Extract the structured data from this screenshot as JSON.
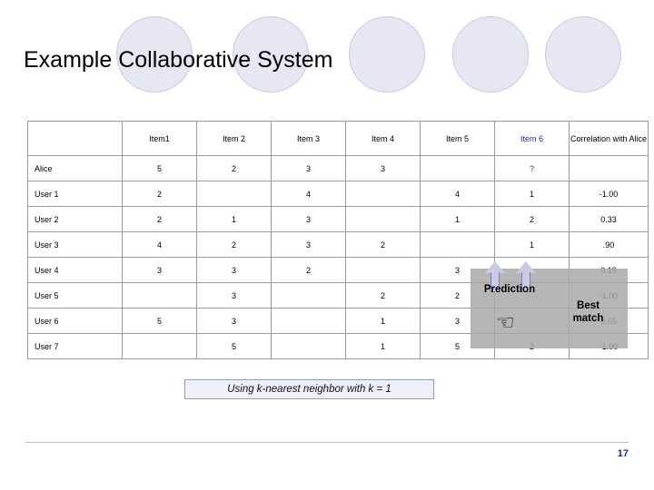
{
  "slide": {
    "title": "Example Collaborative System",
    "page_number": "17",
    "caption": "Using k-nearest neighbor with k = 1",
    "prediction_label": "Prediction",
    "best_match_label": "Best\nmatch",
    "hand_icon": "pointing-hand"
  },
  "table": {
    "columns": [
      "",
      "Item1",
      "Item 2",
      "Item 3",
      "Item 4",
      "Item 5",
      "Item 6",
      "Correlation with Alice"
    ],
    "rows": [
      {
        "label": "Alice",
        "cells": [
          "5",
          "2",
          "3",
          "3",
          "",
          "?",
          ""
        ]
      },
      {
        "label": "User 1",
        "cells": [
          "2",
          "",
          "4",
          "",
          "4",
          "1",
          "-1.00"
        ]
      },
      {
        "label": "User 2",
        "cells": [
          "2",
          "1",
          "3",
          "",
          "1",
          "2",
          "0.33"
        ]
      },
      {
        "label": "User 3",
        "cells": [
          "4",
          "2",
          "3",
          "2",
          "",
          "1",
          ".90"
        ]
      },
      {
        "label": "User 4",
        "cells": [
          "3",
          "3",
          "2",
          "",
          "3",
          "",
          "0.19"
        ]
      },
      {
        "label": "User 5",
        "cells": [
          "",
          "3",
          "",
          "2",
          "2",
          "",
          "-1.00"
        ]
      },
      {
        "label": "User 6",
        "cells": [
          "5",
          "3",
          "",
          "1",
          "3",
          "",
          "0.65"
        ]
      },
      {
        "label": "User 7",
        "cells": [
          "",
          "5",
          "",
          "1",
          "5",
          "2",
          "-1.00"
        ]
      }
    ]
  },
  "colors": {
    "accent": "#1f2d9e",
    "circle_fill": "#e6e7f3",
    "shade": "#a9a9a9"
  }
}
